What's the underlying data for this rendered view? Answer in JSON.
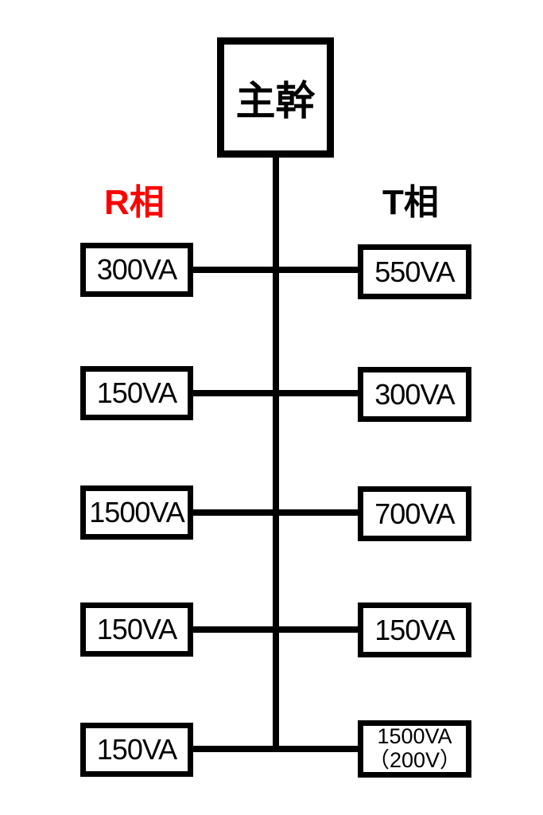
{
  "diagram_type": "electrical-single-line-load-diagram",
  "main_box": {
    "label": "主幹"
  },
  "phase_left": {
    "label": "R相",
    "color": "#ff0000"
  },
  "phase_right": {
    "label": "T相",
    "color": "#000000"
  },
  "colors": {
    "line": "#000000",
    "background": "#ffffff",
    "r_phase_accent": "#ff0000"
  },
  "rows": [
    {
      "left": {
        "label": "300VA"
      },
      "right": {
        "label": "550VA"
      }
    },
    {
      "left": {
        "label": "150VA"
      },
      "right": {
        "label": "300VA"
      }
    },
    {
      "left": {
        "label": "1500VA"
      },
      "right": {
        "label": "700VA"
      }
    },
    {
      "left": {
        "label": "150VA"
      },
      "right": {
        "label": "150VA"
      }
    },
    {
      "left": {
        "label": "150VA"
      },
      "right": {
        "label": "1500VA",
        "label_line2": "（200V）"
      }
    }
  ]
}
